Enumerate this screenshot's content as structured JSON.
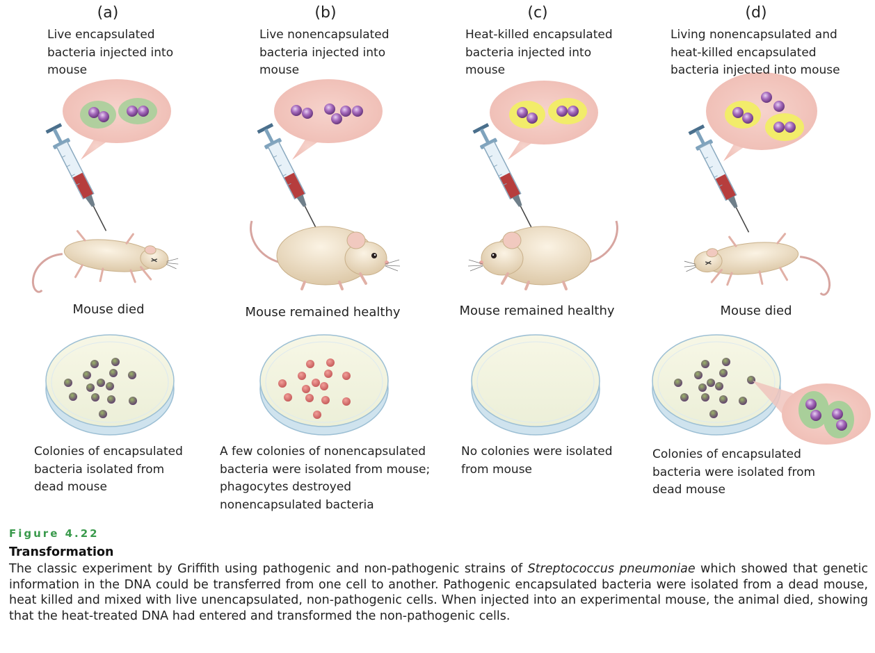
{
  "panels": [
    {
      "letter": "(a)",
      "caption": "Live encapsulated\nbacteria injected into\nmouse",
      "outcome": "Mouse died",
      "result": "Colonies of encapsulated\nbacteria isolated from\ndead mouse"
    },
    {
      "letter": "(b)",
      "caption": "Live nonencapsulated\nbacteria injected into\nmouse",
      "outcome": "Mouse remained healthy",
      "result": "A few colonies of nonencapsulated\nbacteria were isolated from mouse;\nphagocytes destroyed\nnonencapsulated bacteria"
    },
    {
      "letter": "(c)",
      "caption": "Heat-killed encapsulated\nbacteria injected into\nmouse",
      "outcome": "Mouse remained healthy",
      "result": "No colonies were isolated\nfrom mouse"
    },
    {
      "letter": "(d)",
      "caption": "Living nonencapsulated and\nheat-killed encapsulated\nbacteria injected into mouse",
      "outcome": "Mouse died",
      "result": "Colonies of encapsulated\nbacteria were isolated from\ndead mouse"
    }
  ],
  "figure": {
    "label": "Figure 4.22",
    "title": "Transformation",
    "body_before": "The classic experiment by Griffith using pathogenic and non-pathogenic strains of ",
    "body_species": "Streptococcus pneumoniae",
    "body_after": " which showed that genetic information in the DNA could be transferred from one cell to another. Pathogenic encapsulated bacteria were isolated from a dead mouse, heat killed and mixed with live unencapsulated, non-pathogenic cells. When injected into an experimental mouse, the animal died, showing that the heat-treated DNA had entered and transformed the non-pathogenic cells."
  },
  "colors": {
    "bubble": "#f3c6bf",
    "capsule_live": "#a9cf9a",
    "capsule_dead": "#f2ec6a",
    "bacterium": "#9a5bb0",
    "dish": "#f2f2dc",
    "dish_rim": "#bcd7e6",
    "colony_encapsulated": "#6a8b4a",
    "colony_nonencapsulated": "#d76a6a",
    "syringe_fluid": "#b63d3d",
    "mouse": "#efe2c8",
    "figure_label": "#3a9a4c"
  }
}
